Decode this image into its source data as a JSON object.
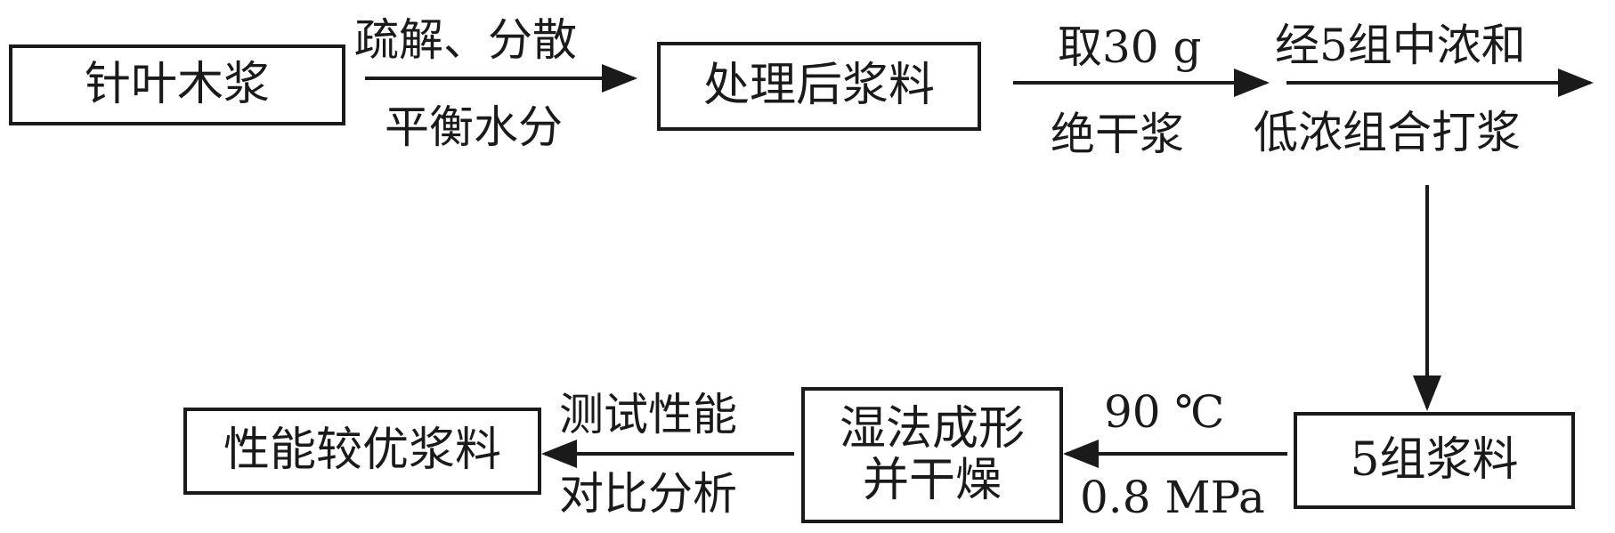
{
  "boxes": {
    "softwood_pulp": "针叶木浆",
    "treated_pulp": "处理后浆料",
    "five_group_pulp": "5组浆料",
    "forming_line1": "湿法成形",
    "forming_line2": "并干燥",
    "best_pulp": "性能较优浆料"
  },
  "arrow_labels": {
    "a1_top": "疏解、分散",
    "a1_bottom": "平衡水分",
    "a2_top": "取30 g",
    "a2_bottom": "绝干浆",
    "a3_top": "经5组中浓和",
    "a3_bottom": "低浓组合打浆",
    "a5_top": "90 ℃",
    "a5_bottom": "0.8 MPa",
    "a6_top": "测试性能",
    "a6_bottom": "对比分析"
  },
  "colors": {
    "line": "#1a1a1a",
    "background": "#ffffff"
  }
}
